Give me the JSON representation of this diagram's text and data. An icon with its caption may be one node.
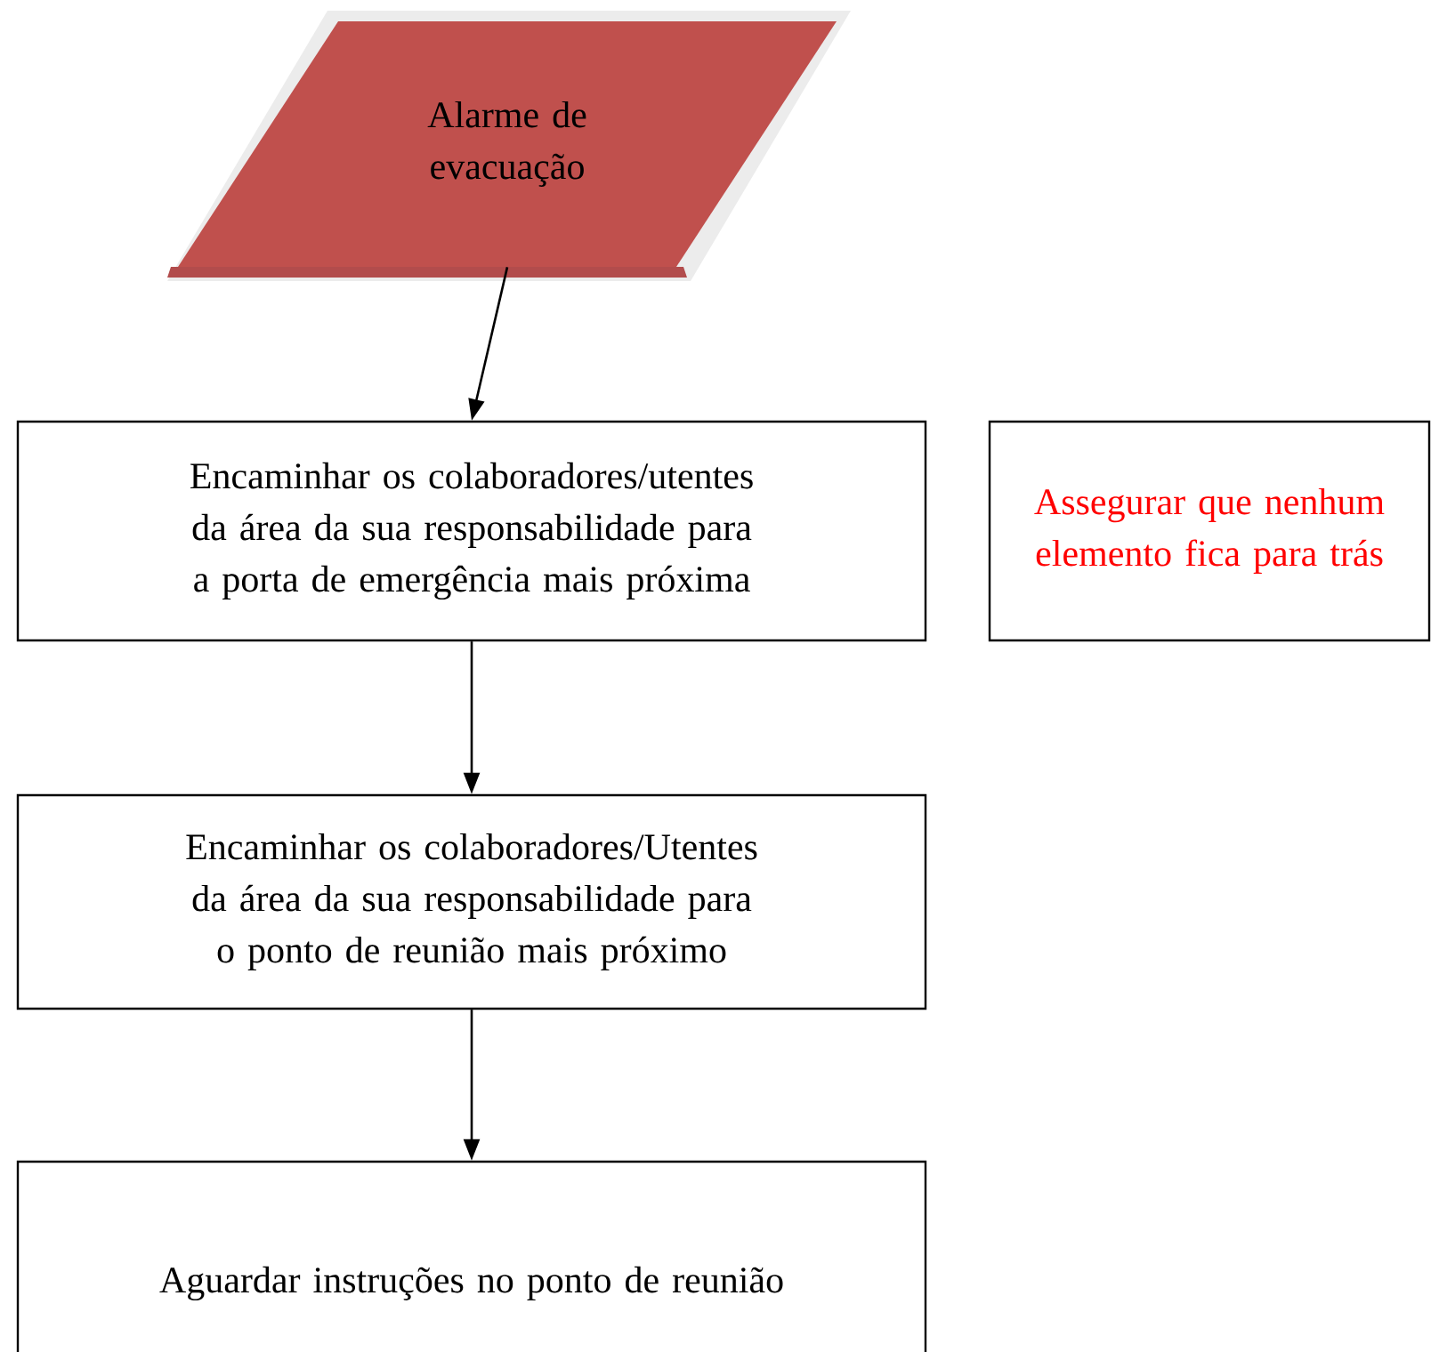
{
  "diagram": {
    "nodes": [
      {
        "text": [
          "Alarme de evacuação"
        ]
      },
      {
        "text": [
          "Encaminhar os colaboradores/utentes da área da sua responsabilidade para a porta de emergência mais próxima"
        ]
      },
      {
        "text": [
          "Assegurar que nenhum elemento fica para trás"
        ]
      },
      {
        "text": [
          "Encaminhar os colaboradores/Utentes da área da sua responsabilidade para o ponto de reunião mais próximo"
        ]
      },
      {
        "text": [
          "Aguardar instruções no ponto de reunião"
        ]
      }
    ],
    "edges": [
      {
        "from": 0,
        "to": 1,
        "arrow": "to"
      },
      {
        "from": 1,
        "to": 3,
        "arrow": "to"
      },
      {
        "from": 3,
        "to": 4,
        "arrow": "to"
      }
    ]
  }
}
